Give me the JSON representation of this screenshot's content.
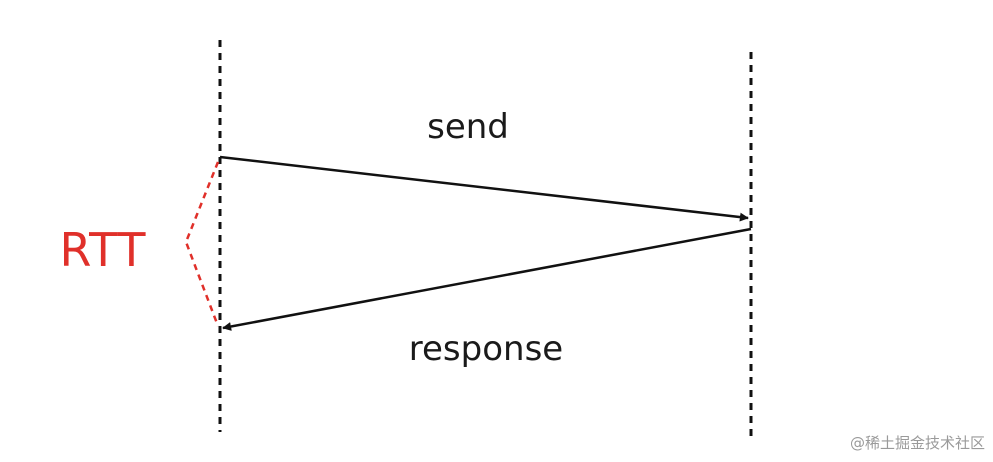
{
  "diagram": {
    "send_label": "send",
    "response_label": "response",
    "rtt_label": "RTT",
    "watermark": "@稀土掘金技术社区"
  },
  "colors": {
    "line": "#111111",
    "rtt": "#e0302a",
    "text": "#1a1a1a",
    "watermark": "#9a9a9a"
  }
}
